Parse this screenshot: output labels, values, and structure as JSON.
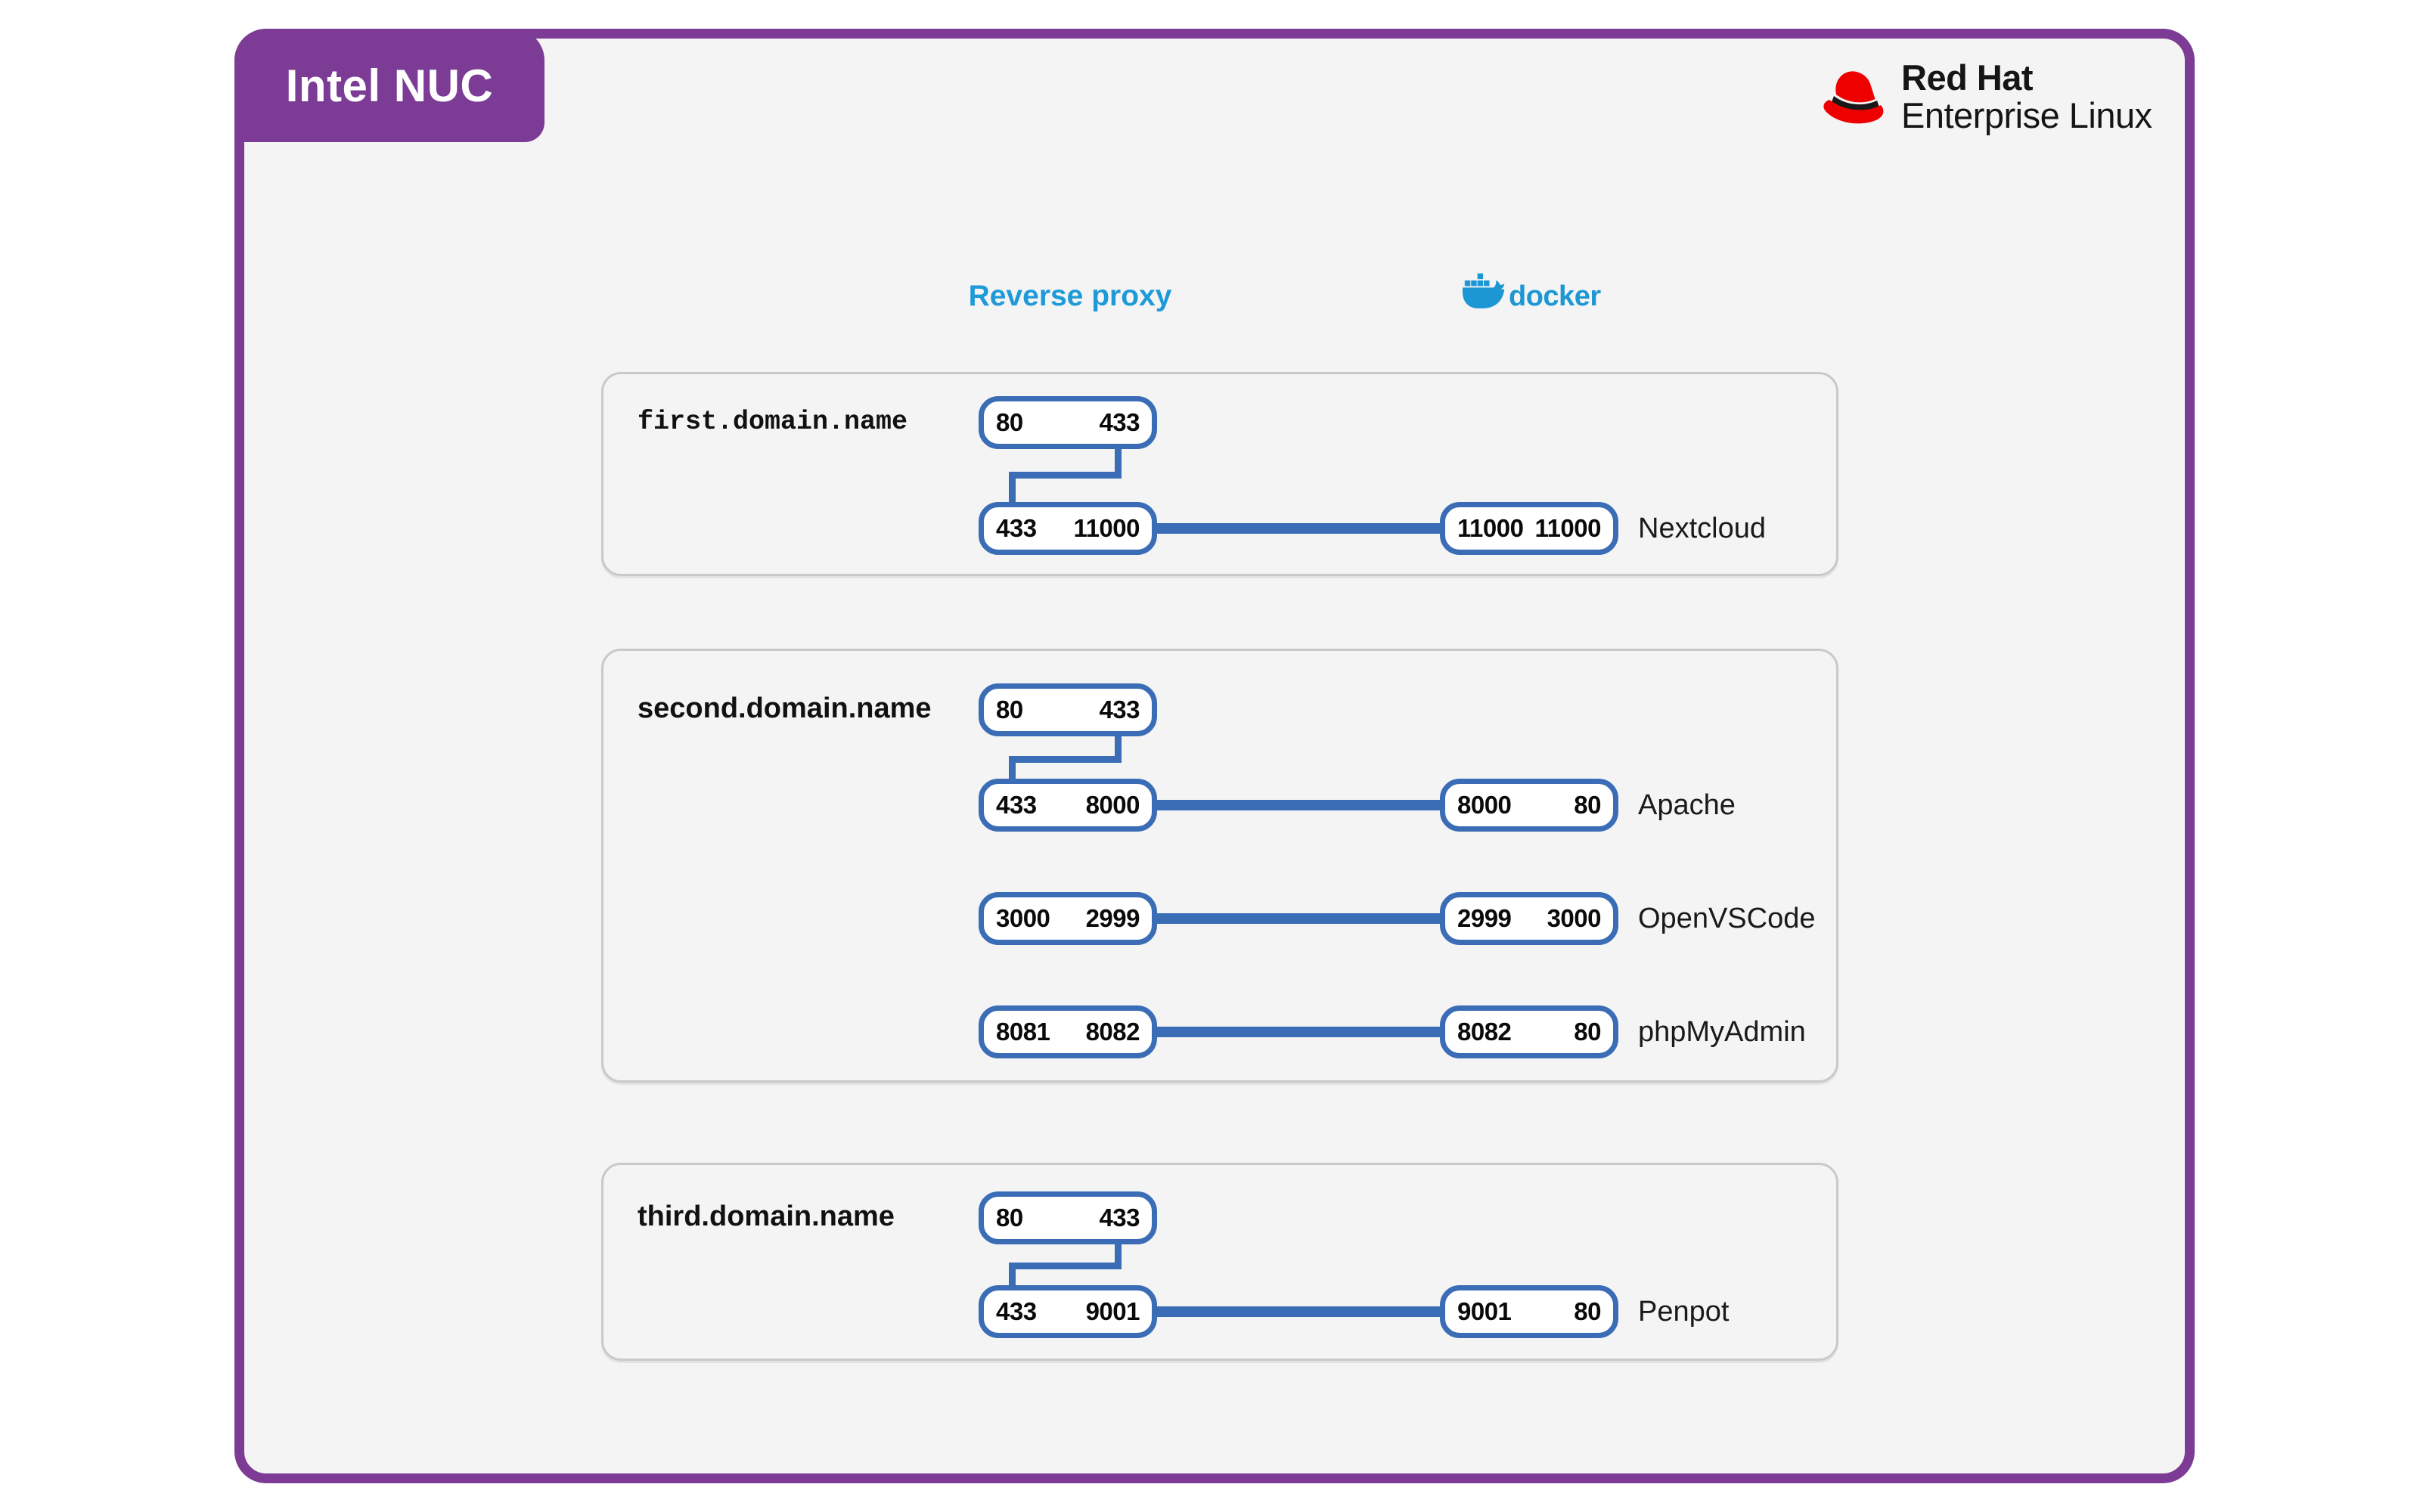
{
  "header": {
    "device_label": "Intel NUC",
    "brand": {
      "line1": "Red Hat",
      "line2": "Enterprise Linux"
    }
  },
  "columns": {
    "reverse_proxy_label": "Reverse proxy",
    "docker_label": "docker"
  },
  "icons": {
    "docker_whale": "docker-whale-icon",
    "redhat_fedora": "redhat-fedora-icon"
  },
  "colors": {
    "device_purple": "#7C3C96",
    "pill_blue": "#3A6DB5",
    "reverse_proxy_blue": "#1E9AD8",
    "docker_blue": "#1D97D4",
    "redhat_red": "#EE0000",
    "panel_background": "#F4F4F5"
  },
  "sections": [
    {
      "domain": "first.domain.name",
      "rows": [
        {
          "proxy": [
            "80",
            "433"
          ]
        },
        {
          "proxy": [
            "433",
            "11000"
          ],
          "container": [
            "11000",
            "11000"
          ],
          "app": "Nextcloud"
        }
      ]
    },
    {
      "domain": "second.domain.name",
      "rows": [
        {
          "proxy": [
            "80",
            "433"
          ]
        },
        {
          "proxy": [
            "433",
            "8000"
          ],
          "container": [
            "8000",
            "80"
          ],
          "app": "Apache"
        },
        {
          "proxy": [
            "3000",
            "2999"
          ],
          "container": [
            "2999",
            "3000"
          ],
          "app": "OpenVSCode"
        },
        {
          "proxy": [
            "8081",
            "8082"
          ],
          "container": [
            "8082",
            "80"
          ],
          "app": "phpMyAdmin"
        }
      ]
    },
    {
      "domain": "third.domain.name",
      "rows": [
        {
          "proxy": [
            "80",
            "433"
          ]
        },
        {
          "proxy": [
            "433",
            "9001"
          ],
          "container": [
            "9001",
            "80"
          ],
          "app": "Penpot"
        }
      ]
    }
  ]
}
